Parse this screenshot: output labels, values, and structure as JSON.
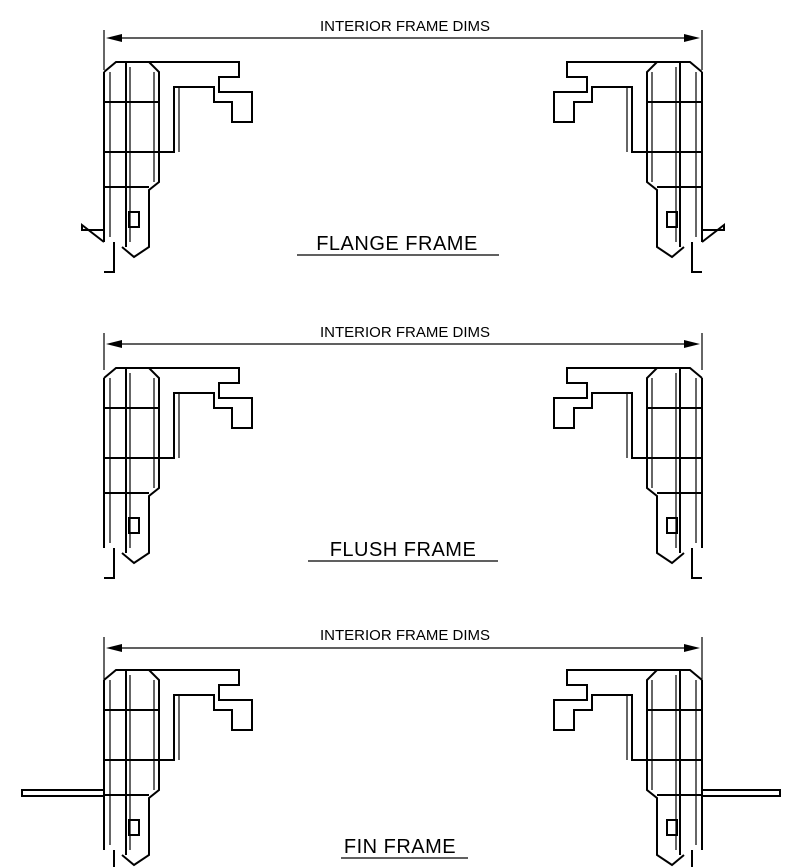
{
  "sections": [
    {
      "id": "flange",
      "dim_label": "INTERIOR FRAME DIMS",
      "title": "FLANGE FRAME"
    },
    {
      "id": "flush",
      "dim_label": "INTERIOR FRAME DIMS",
      "title": "FLUSH FRAME"
    },
    {
      "id": "fin",
      "dim_label": "INTERIOR FRAME DIMS",
      "title": "FIN FRAME"
    }
  ]
}
